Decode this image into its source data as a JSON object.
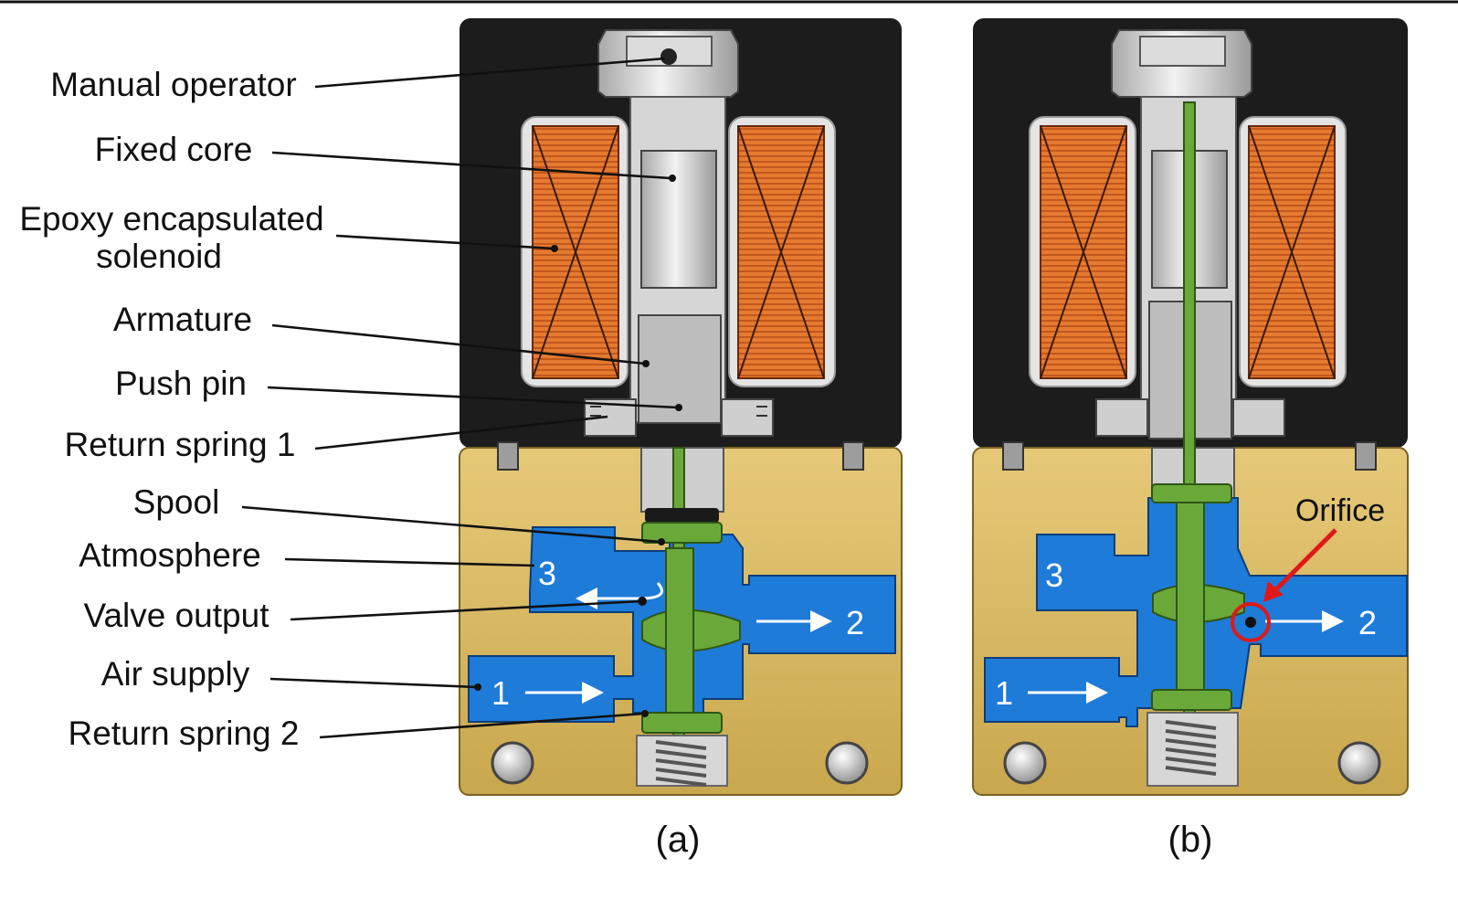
{
  "labels": {
    "manual_operator": "Manual operator",
    "fixed_core": "Fixed core",
    "epoxy_line1": "Epoxy encapsulated",
    "epoxy_line2": "solenoid",
    "armature": "Armature",
    "push_pin": "Push pin",
    "return_spring_1": "Return spring 1",
    "spool": "Spool",
    "atmosphere": "Atmosphere",
    "valve_output": "Valve output",
    "air_supply": "Air supply",
    "return_spring_2": "Return spring 2"
  },
  "ports": {
    "p1": "1",
    "p2": "2",
    "p3": "3"
  },
  "orifice": "Orifice",
  "captions": {
    "a": "(a)",
    "b": "(b)"
  },
  "colors": {
    "housing": "#1c1c1c",
    "brass": "#d9bb63",
    "air": "#1e7bd8",
    "coil": "#e0712a",
    "spool": "#6ba83a",
    "steel": "#d8d8d8",
    "highlight": "#e01818"
  }
}
